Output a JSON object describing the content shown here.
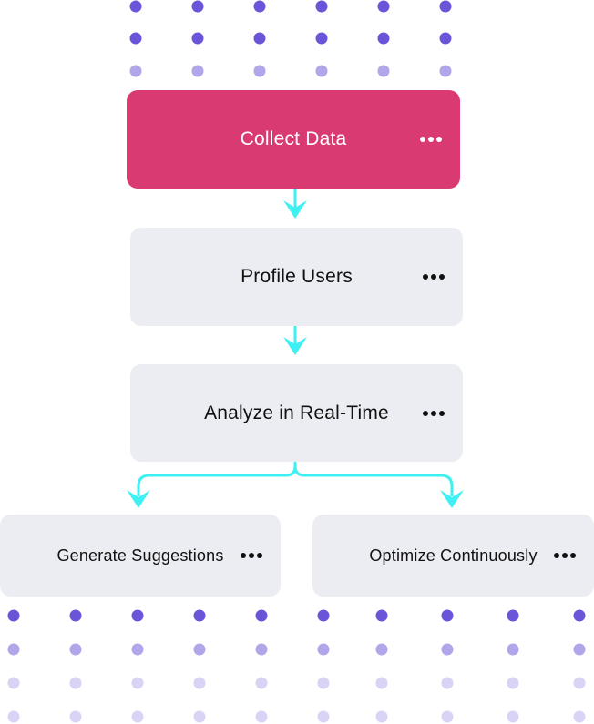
{
  "colors": {
    "primary_node": "#d93a72",
    "node": "#ecedf2",
    "connector": "#3ff0f2",
    "dot_dark": "#6a55d9",
    "dot_mid": "#b2a6ea",
    "dot_light": "#d9d4f5"
  },
  "nodes": {
    "collect": {
      "label": "Collect Data",
      "menu_icon": "more-horizontal-icon"
    },
    "profile": {
      "label": "Profile Users",
      "menu_icon": "more-horizontal-icon"
    },
    "analyze": {
      "label": "Analyze in Real-Time",
      "menu_icon": "more-horizontal-icon"
    },
    "generate": {
      "label": "Generate Suggestions",
      "menu_icon": "more-horizontal-icon"
    },
    "optimize": {
      "label": "Optimize Continuously",
      "menu_icon": "more-horizontal-icon"
    }
  },
  "edges": [
    {
      "from": "collect",
      "to": "profile"
    },
    {
      "from": "profile",
      "to": "analyze"
    },
    {
      "from": "analyze",
      "to": "generate"
    },
    {
      "from": "analyze",
      "to": "optimize"
    }
  ]
}
